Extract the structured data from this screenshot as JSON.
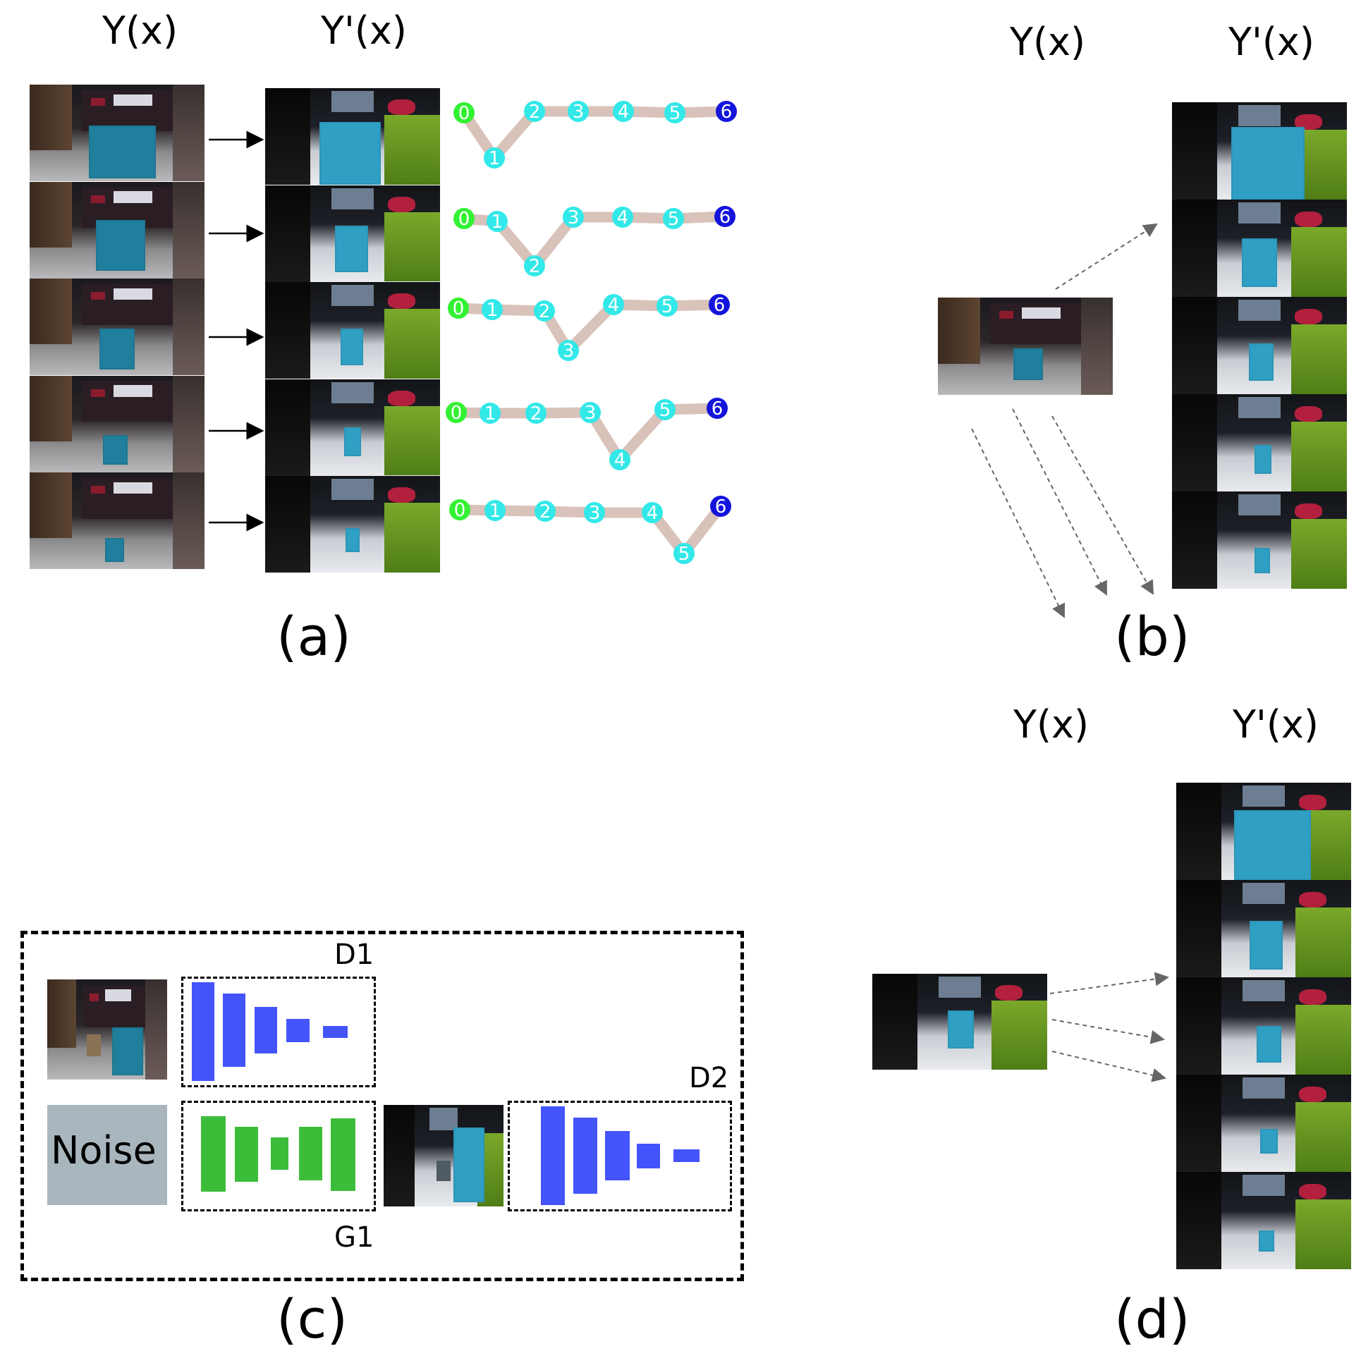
{
  "panels": {
    "a": {
      "letter": "(a)",
      "col_y": "Y(x)",
      "col_yp": "Y'(x)",
      "rows": 5,
      "node_labels": [
        "0",
        "1",
        "2",
        "3",
        "4",
        "5",
        "6"
      ]
    },
    "b": {
      "letter": "(b)",
      "col_y": "Y(x)",
      "col_yp": "Y'(x)",
      "rows": 5
    },
    "c": {
      "letter": "(c)",
      "noise_label": "Noise",
      "d1_label": "D1",
      "d2_label": "D2",
      "g1_label": "G1",
      "colors": {
        "discriminator": "#4454fb",
        "generator": "#3cbd3a",
        "noise": "#a9b6bd"
      }
    },
    "d": {
      "letter": "(d)",
      "col_y": "Y(x)",
      "col_yp": "Y'(x)",
      "rows": 5
    }
  },
  "colors": {
    "node_start": "#33f233",
    "node_mid": "#33e8e8",
    "node_end": "#1414dc",
    "path": "#d8c2b9",
    "cube": "#2f9fc4"
  },
  "icons": {
    "solid-arrow": "right-arrow-icon",
    "dashed-arrow": "dashed-arrow-icon"
  }
}
